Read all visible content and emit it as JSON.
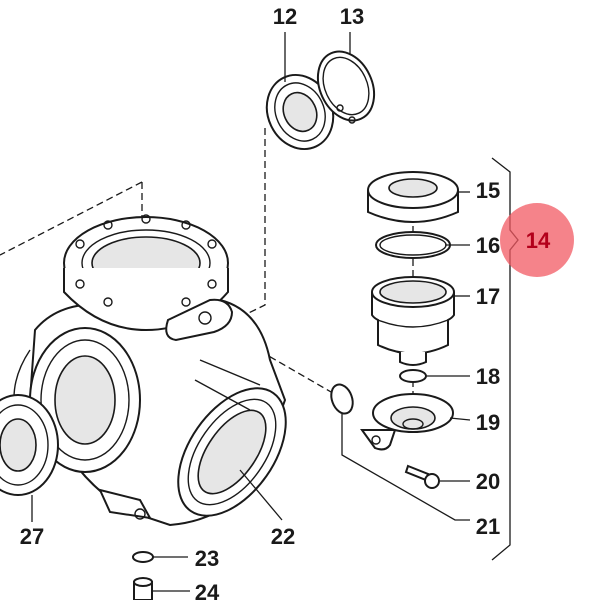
{
  "labels": {
    "p12": "12",
    "p13": "13",
    "p14": "14",
    "p15": "15",
    "p16": "16",
    "p17": "17",
    "p18": "18",
    "p19": "19",
    "p20": "20",
    "p21": "21",
    "p22": "22",
    "p23": "23",
    "p24": "24",
    "p27": "27"
  },
  "colors": {
    "ink": "#1a1a1a",
    "hotspot_fill": "#f25a63",
    "hotspot_text": "#b3001b",
    "background": "#ffffff"
  }
}
